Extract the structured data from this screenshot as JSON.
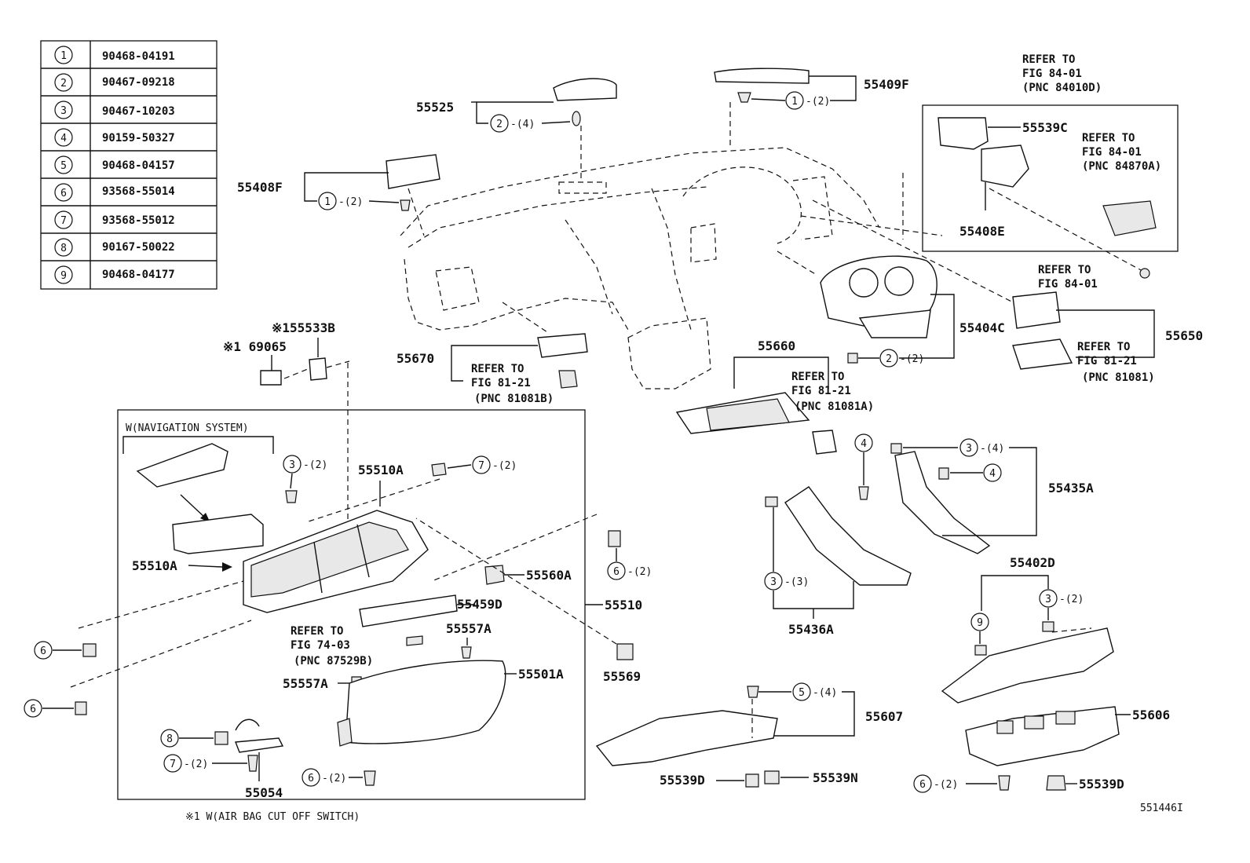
{
  "parts_table": [
    {
      "num": "1",
      "part": "90468-04191"
    },
    {
      "num": "2",
      "part": "90467-09218"
    },
    {
      "num": "3",
      "part": "90467-10203"
    },
    {
      "num": "4",
      "part": "90159-50327"
    },
    {
      "num": "5",
      "part": "90468-04157"
    },
    {
      "num": "6",
      "part": "93568-55014"
    },
    {
      "num": "7",
      "part": "93568-55012"
    },
    {
      "num": "8",
      "part": "90167-50022"
    },
    {
      "num": "9",
      "part": "90468-04177"
    }
  ],
  "labels": {
    "p55525": "55525",
    "p55409F": "55409F",
    "p55408F": "55408F",
    "p55539C": "55539C",
    "p55408E": "55408E",
    "p55404C": "55404C",
    "p55650": "55650",
    "p55660": "55660",
    "p55670": "55670",
    "p55533B": "※155533B",
    "p69065": "※1 69065",
    "p55510A_top": "55510A",
    "p55510A_left": "55510A",
    "p55560A": "55560A",
    "p55510": "55510",
    "p55459D": "55459D",
    "p55557A_right": "55557A",
    "p55557A_left": "55557A",
    "p55501A": "55501A",
    "p55569": "55569",
    "p55054": "55054",
    "p55435A": "55435A",
    "p55436A": "55436A",
    "p55402D": "55402D",
    "p55607": "55607",
    "p55606": "55606",
    "p55539D_left": "55539D",
    "p55539N": "55539N",
    "p55539D_right": "55539D",
    "nav_system": "W(NAVIGATION SYSTEM)",
    "footnote": "※1 W(AIR BAG CUT OFF SWITCH)",
    "figure_id": "551446I"
  },
  "qty": {
    "q_55525": "-(4)",
    "q_55409F": "-(2)",
    "q_55408F": "-(2)",
    "q_55404C": "-(2)",
    "q_3a": "-(2)",
    "q_7a": "-(2)",
    "q_6a": "-(2)",
    "q_7b": "-(2)",
    "q_6b": "-(2)",
    "q_34": "-(4)",
    "q_33": "-(3)",
    "q_3d": "-(2)",
    "q_54": "-(4)",
    "q_6c": "-(2)"
  },
  "refs": {
    "r1": [
      "REFER TO",
      "FIG 84-01",
      "(PNC 84010D)"
    ],
    "r2": [
      "REFER TO",
      "FIG 84-01",
      "(PNC 84870A)"
    ],
    "r3": [
      "REFER TO",
      "FIG 84-01"
    ],
    "r4": [
      "REFER TO",
      "FIG 81-21",
      "(PNC 81081)"
    ],
    "r5": [
      "REFER TO",
      "FIG 81-21",
      "(PNC 81081A)"
    ],
    "r6": [
      "REFER TO",
      "FIG 81-21",
      "(PNC 81081B)"
    ],
    "r7": [
      "REFER TO",
      "FIG 74-03",
      "(PNC 87529B)"
    ]
  }
}
